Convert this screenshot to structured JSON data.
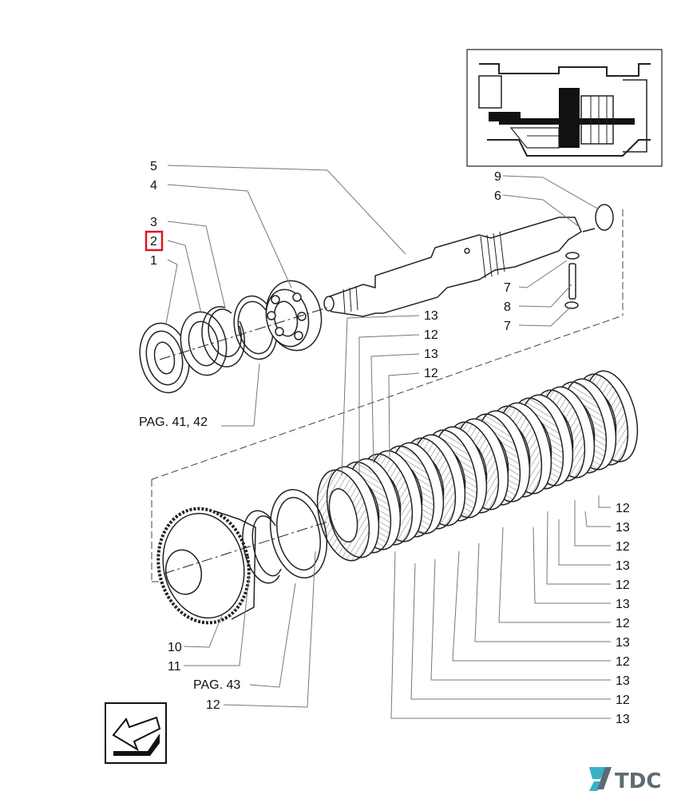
{
  "diagram": {
    "callouts": {
      "c5": "5",
      "c4": "4",
      "c3": "3",
      "c2": "2",
      "c1": "1",
      "c9": "9",
      "c6": "6",
      "c7a": "7",
      "c8": "8",
      "c7b": "7",
      "c13_t1": "13",
      "c12_t1": "12",
      "c13_t2": "13",
      "c12_t2": "12",
      "c10": "10",
      "c11": "11",
      "c12_bottom": "12"
    },
    "right_column": [
      "12",
      "13",
      "12",
      "13",
      "12",
      "13",
      "12",
      "13",
      "12",
      "13",
      "12",
      "13"
    ],
    "page_refs": {
      "upper": "PAG. 41, 42",
      "lower": "PAG. 43"
    },
    "highlighted_callout": "2"
  },
  "brand": {
    "logo_text": "TDC"
  },
  "colors": {
    "highlight": "#e0141e",
    "line": "#1a1a1a",
    "logo": "#5c6b73",
    "logo_accent": "#38b2c8"
  }
}
